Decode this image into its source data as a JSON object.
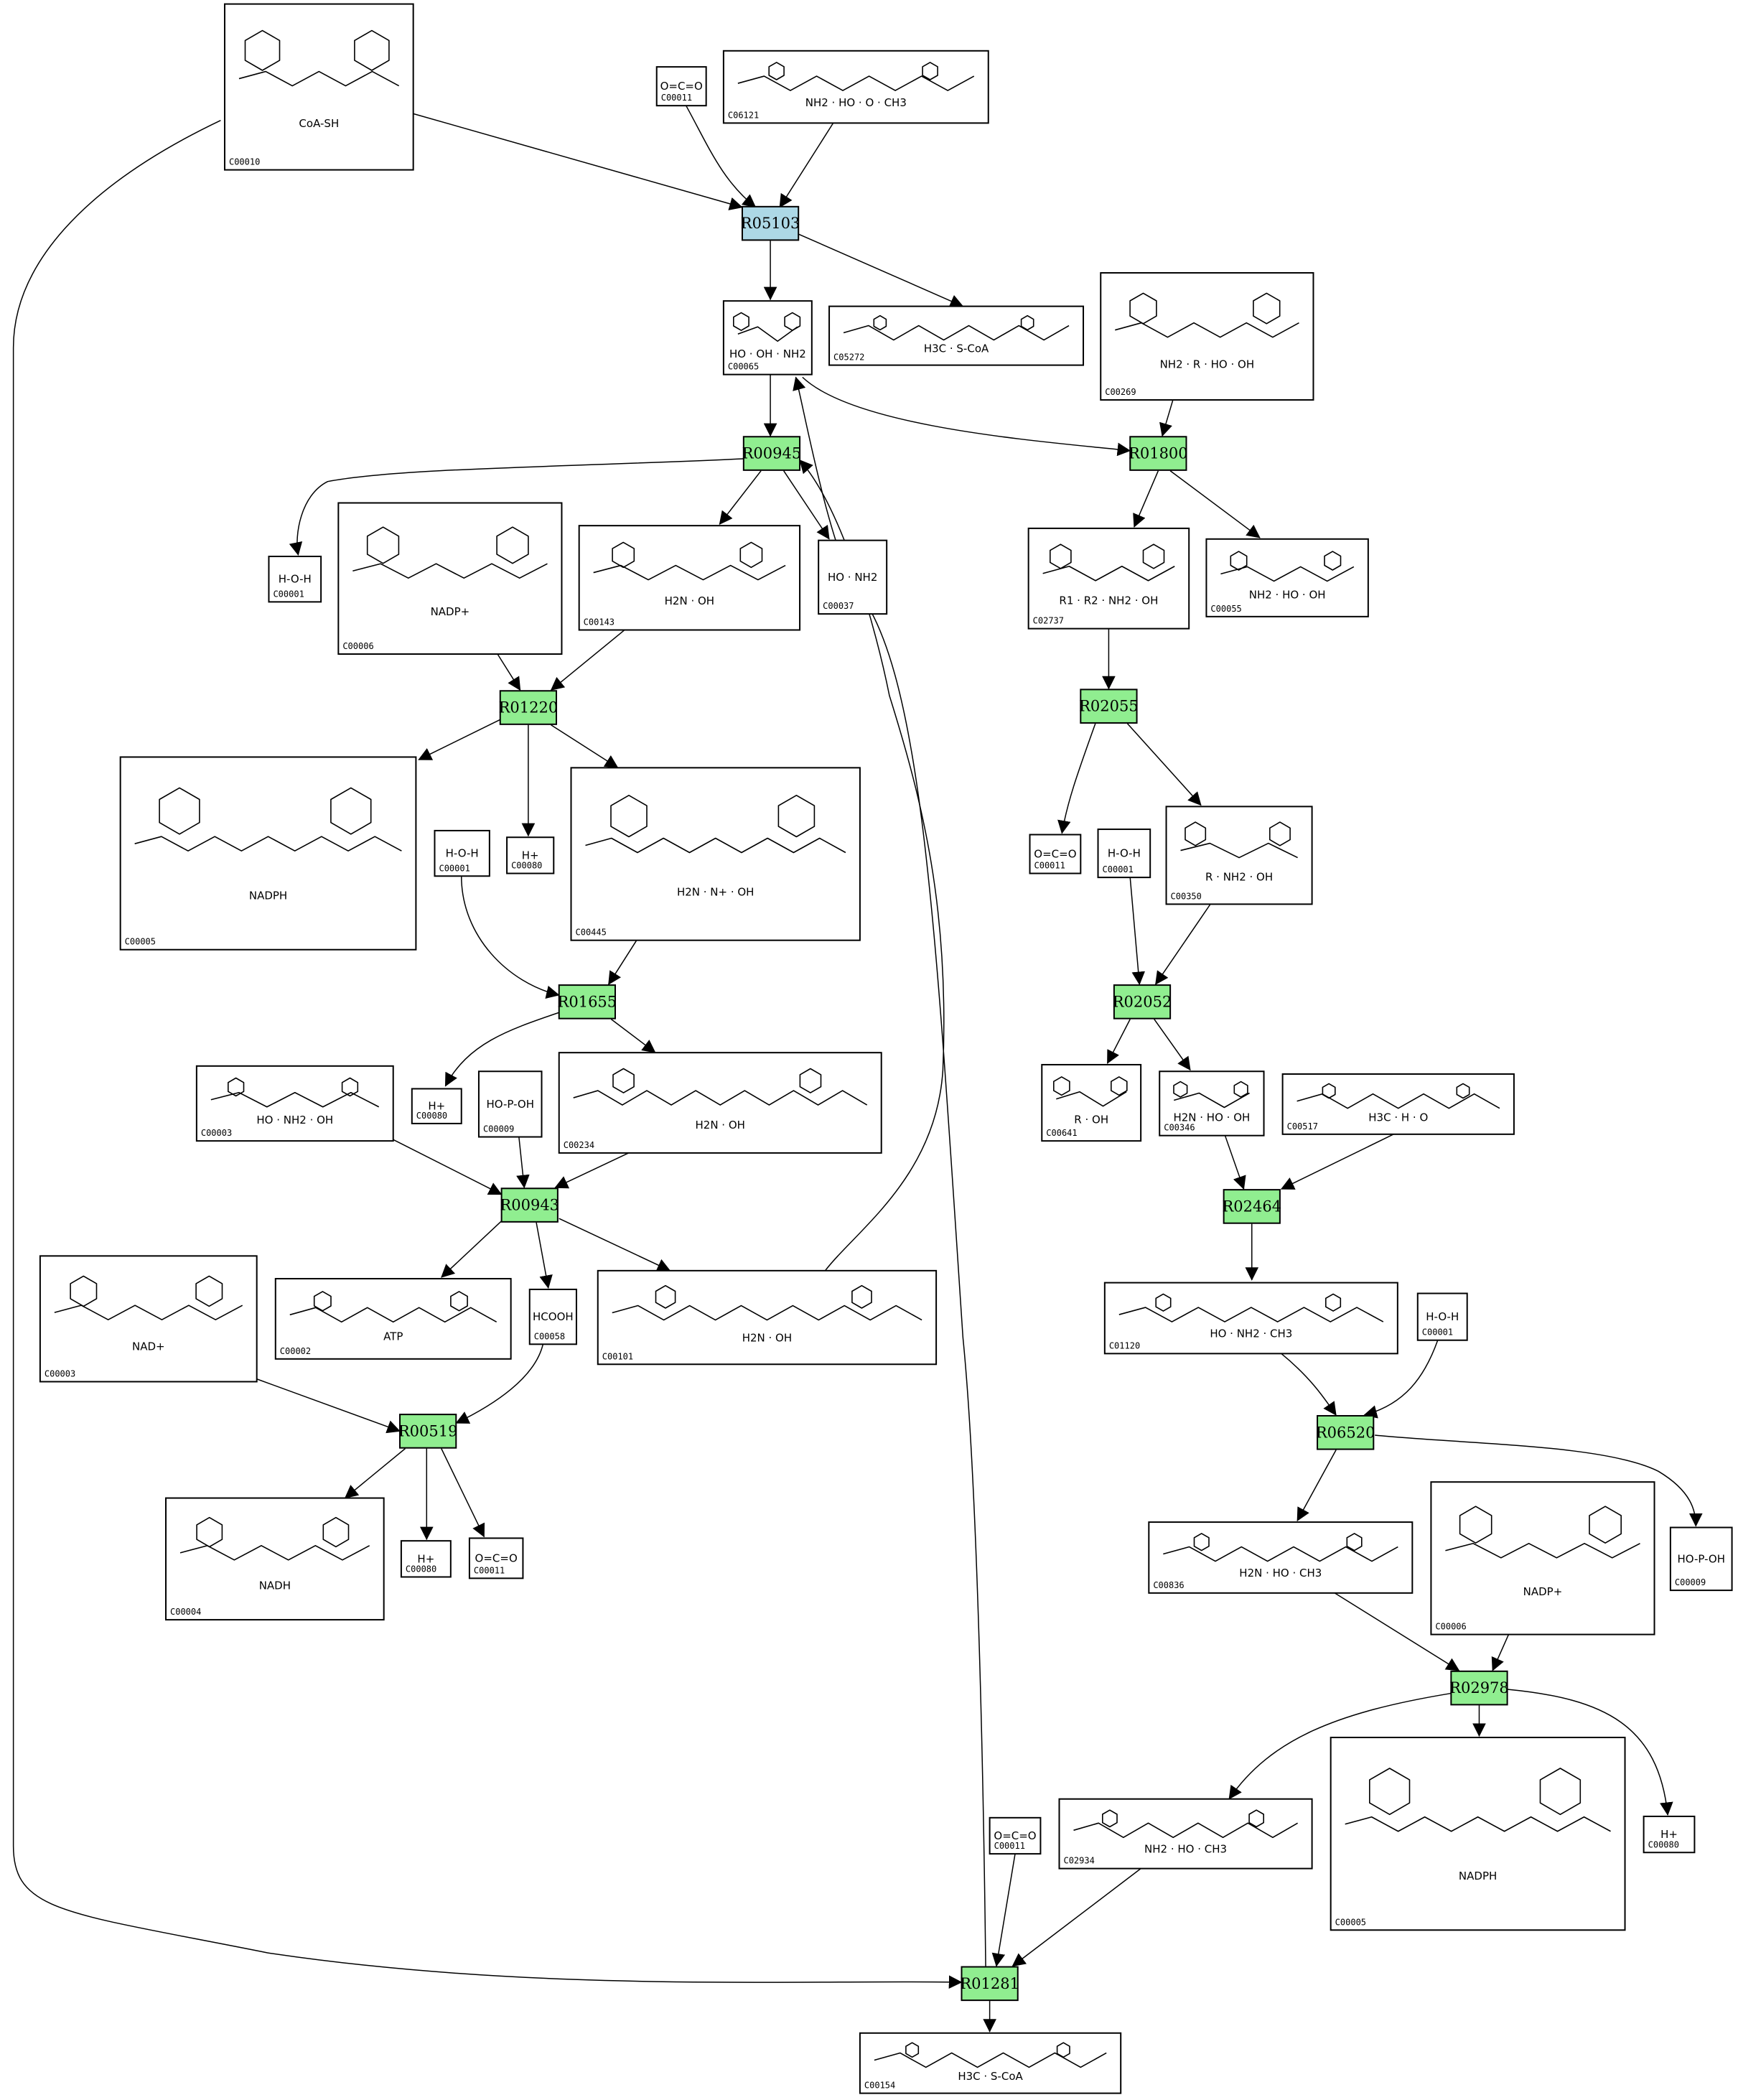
{
  "colors": {
    "main_reaction": "#add8e6",
    "reaction": "#90ee90",
    "compound_fill": "#ffffff",
    "stroke": "#000000"
  },
  "reactions": {
    "R05103": "R05103",
    "R00945": "R00945",
    "R01800": "R01800",
    "R01220": "R01220",
    "R02055": "R02055",
    "R01655": "R01655",
    "R02052": "R02052",
    "R00943": "R00943",
    "R02464": "R02464",
    "R00519": "R00519",
    "R06520": "R06520",
    "R02978": "R02978",
    "R01281": "R01281"
  },
  "compounds": {
    "C00010": {
      "id": "C00010",
      "text": "CoA-SH"
    },
    "C00011_a": {
      "id": "C00011",
      "text": "O=C=O"
    },
    "C06121": {
      "id": "C06121",
      "text": "NH2 · HO · O · CH3"
    },
    "C05272": {
      "id": "C05272",
      "text": "H3C · S-CoA"
    },
    "C00065": {
      "id": "C00065",
      "text": "HO · OH · NH2"
    },
    "C00269": {
      "id": "C00269",
      "text": "NH2 · R · HO · OH"
    },
    "C00001_a": {
      "id": "C00001",
      "text": "H-O-H"
    },
    "C00006_a": {
      "id": "C00006",
      "text": "NADP+"
    },
    "C00143": {
      "id": "C00143",
      "text": "H2N · OH"
    },
    "C00037": {
      "id": "C00037",
      "text": "HO · NH2"
    },
    "C02737": {
      "id": "C02737",
      "text": "R1 · R2 · NH2 · OH"
    },
    "C00055": {
      "id": "C00055",
      "text": "NH2 · HO · OH"
    },
    "C00005_a": {
      "id": "C00005",
      "text": "NADPH"
    },
    "C00080_a": {
      "id": "C00080",
      "text": "H+"
    },
    "C00001_b": {
      "id": "C00001",
      "text": "H-O-H"
    },
    "C00445": {
      "id": "C00445",
      "text": "H2N · N+ · OH"
    },
    "C00011_b": {
      "id": "C00011",
      "text": "O=C=O"
    },
    "C00001_c": {
      "id": "C00001",
      "text": "H-O-H"
    },
    "C00350": {
      "id": "C00350",
      "text": "R · NH2 · OH"
    },
    "C00003_a": {
      "id": "C00003",
      "text": "HO · NH2 · OH"
    },
    "C00080_b": {
      "id": "C00080",
      "text": "H+"
    },
    "C00009_a": {
      "id": "C00009",
      "text": "HO-P-OH"
    },
    "C00234": {
      "id": "C00234",
      "text": "H2N · OH"
    },
    "C00641": {
      "id": "C00641",
      "text": "R · OH"
    },
    "C00346": {
      "id": "C00346",
      "text": "H2N · HO · OH"
    },
    "C00517": {
      "id": "C00517",
      "text": "H3C · H · O"
    },
    "C00003_b": {
      "id": "C00003",
      "text": "NAD+"
    },
    "C00002": {
      "id": "C00002",
      "text": "ATP"
    },
    "C00058": {
      "id": "C00058",
      "text": "HCOOH"
    },
    "C00101": {
      "id": "C00101",
      "text": "H2N · OH"
    },
    "C01120": {
      "id": "C01120",
      "text": "HO · NH2 · CH3"
    },
    "C00001_d": {
      "id": "C00001",
      "text": "H-O-H"
    },
    "C00004": {
      "id": "C00004",
      "text": "NADH"
    },
    "C00080_c": {
      "id": "C00080",
      "text": "H+"
    },
    "C00011_c": {
      "id": "C00011",
      "text": "O=C=O"
    },
    "C00009_b": {
      "id": "C00009",
      "text": "HO-P-OH"
    },
    "C00836": {
      "id": "C00836",
      "text": "H2N · HO · CH3"
    },
    "C00006_b": {
      "id": "C00006",
      "text": "NADP+"
    },
    "C00080_d": {
      "id": "C00080",
      "text": "H+"
    },
    "C00011_d": {
      "id": "C00011",
      "text": "O=C=O"
    },
    "C02934": {
      "id": "C02934",
      "text": "NH2 · HO · CH3"
    },
    "C00005_b": {
      "id": "C00005",
      "text": "NADPH"
    },
    "C00154": {
      "id": "C00154",
      "text": "H3C · S-CoA"
    }
  }
}
